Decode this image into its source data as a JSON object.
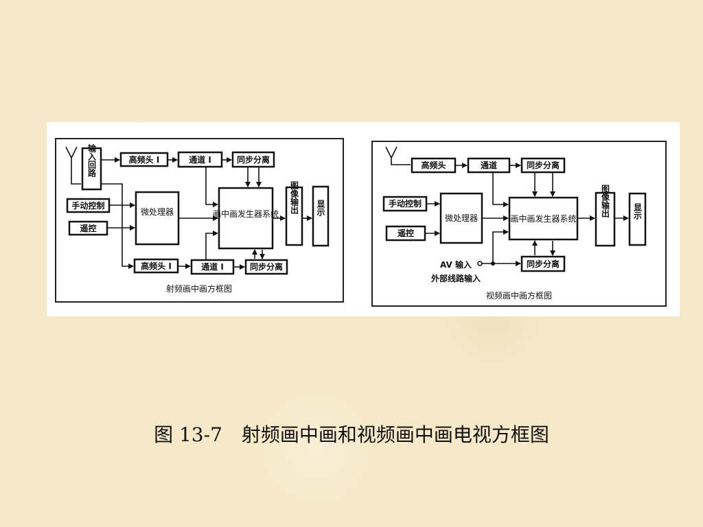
{
  "caption": "图 13-7　射频画中画和视频画中画电视方框图",
  "left_diagram": {
    "input_circuit": "输入回路",
    "tuner1": "高频头 I",
    "channel1": "通道 I",
    "sync_sep1": "同步分离",
    "manual": "手动控制",
    "remote": "遥控",
    "mcu": "微处理器",
    "pip_gen": "画中画发生器系统",
    "image_out": "图像输出",
    "display": "显示",
    "tuner2": "高频头 I",
    "channel2": "通道 I",
    "sync_sep2": "同步分离",
    "title": "射频画中画方框图"
  },
  "right_diagram": {
    "tuner": "高频头",
    "channel": "通道",
    "sync_sep1": "同步分离",
    "manual": "手动控制",
    "remote": "遥控",
    "mcu": "微处理器",
    "pip_gen": "画中画发生器系统",
    "image_out": "图像输出",
    "display": "显示",
    "av_input": "AV 输入",
    "ext_input": "外部线路输入",
    "sync_sep2": "同步分离",
    "title": "视频画中画方框图"
  }
}
